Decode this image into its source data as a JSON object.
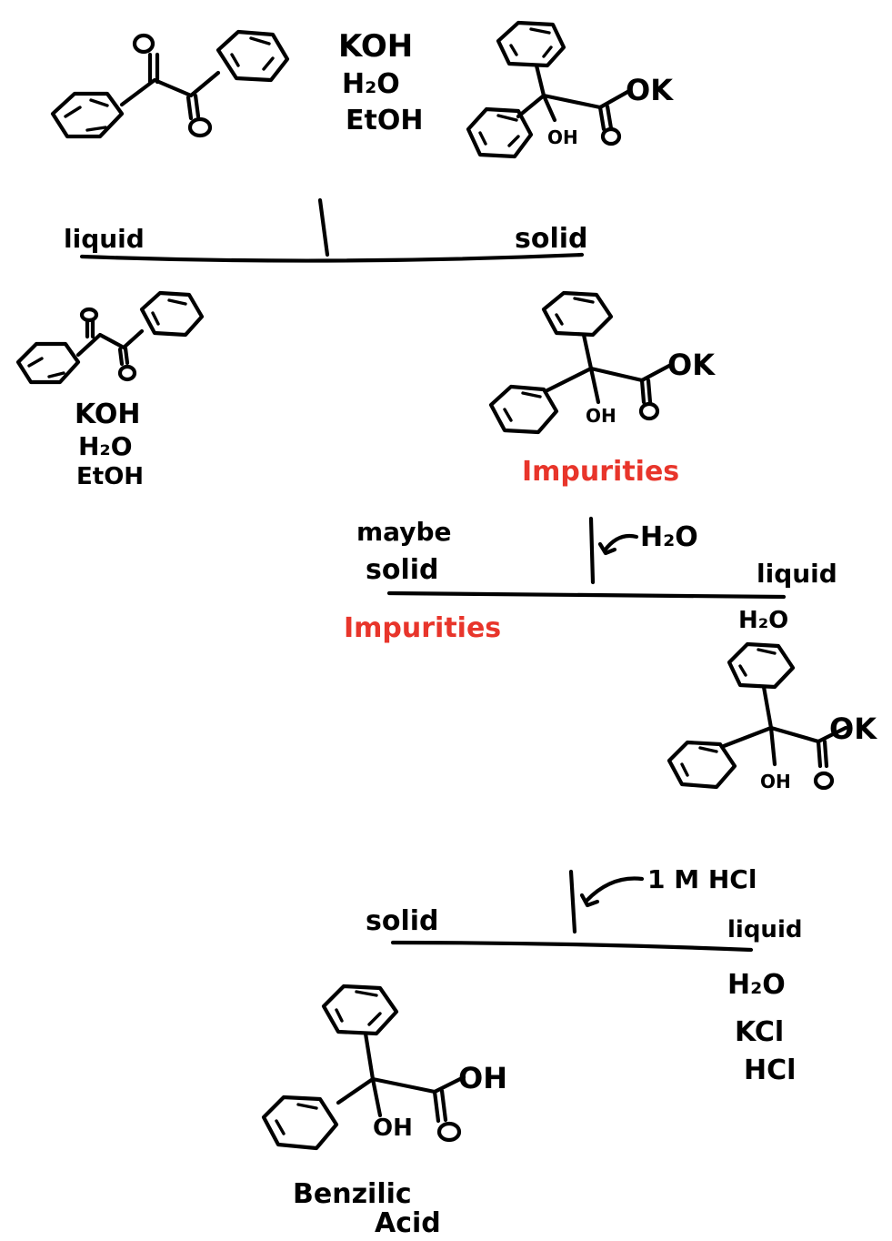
{
  "reaction": {
    "reagents": [
      "KOH",
      "H₂O",
      "EtOH"
    ],
    "atom_oxygen": "O",
    "atom_oh": "OH",
    "atom_ok": "OK"
  },
  "separation1": {
    "left_label": "liquid",
    "right_label": "solid",
    "left_contents": [
      "KOH",
      "H₂O",
      "EtOH"
    ],
    "right_note": "Impurities"
  },
  "separation2": {
    "reagent": "H₂O",
    "left_label_line1": "maybe",
    "left_label_line2": "solid",
    "left_note": "Impurities",
    "right_label": "liquid",
    "right_contents": [
      "H₂O"
    ]
  },
  "separation3": {
    "reagent": "1 M HCl",
    "left_label": "solid",
    "right_label": "liquid",
    "right_contents": [
      "H₂O",
      "KCl",
      "HCl"
    ],
    "product_line1": "Benzilic",
    "product_line2": "Acid"
  },
  "colors": {
    "ink": "#000000",
    "highlight": "#e8352b"
  }
}
